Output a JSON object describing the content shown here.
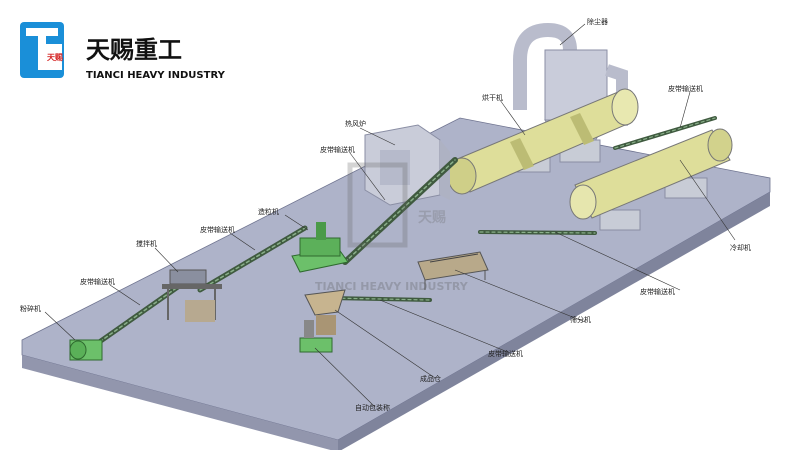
{
  "brand": {
    "name_cn": "天赐重工",
    "name_en": "TIANCI HEAVY INDUSTRY",
    "logo_text": "天赐",
    "primary_color": "#1a8fd8"
  },
  "watermark": {
    "text": "TIANCI HEAVY INDUSTRY",
    "logo_text": "天赐"
  },
  "labels": {
    "dust_remover": "除尘器",
    "dryer": "烘干机",
    "hot_air_stove": "热风炉",
    "belt_conveyor_top_right": "皮带输送机",
    "belt_conveyor_stove": "皮带输送机",
    "granulator": "造粒机",
    "belt_conveyor_mid": "皮带输送机",
    "mixer": "搅拌机",
    "belt_conveyor_left": "皮带输送机",
    "crusher": "粉碎机",
    "cooler": "冷却机",
    "belt_conveyor_right": "皮带输送机",
    "screener": "筛分机",
    "belt_conveyor_bottom": "皮带输送机",
    "product_bin": "成品仓",
    "packing_machine": "自动包装称"
  },
  "colors": {
    "platform_top": "#aeb3c9",
    "platform_side": "#8e93aa",
    "drum": "#dede9a",
    "machine_green": "#6cc06a",
    "conveyor": "#3f5a3f",
    "concrete": "#c8ccd6"
  }
}
